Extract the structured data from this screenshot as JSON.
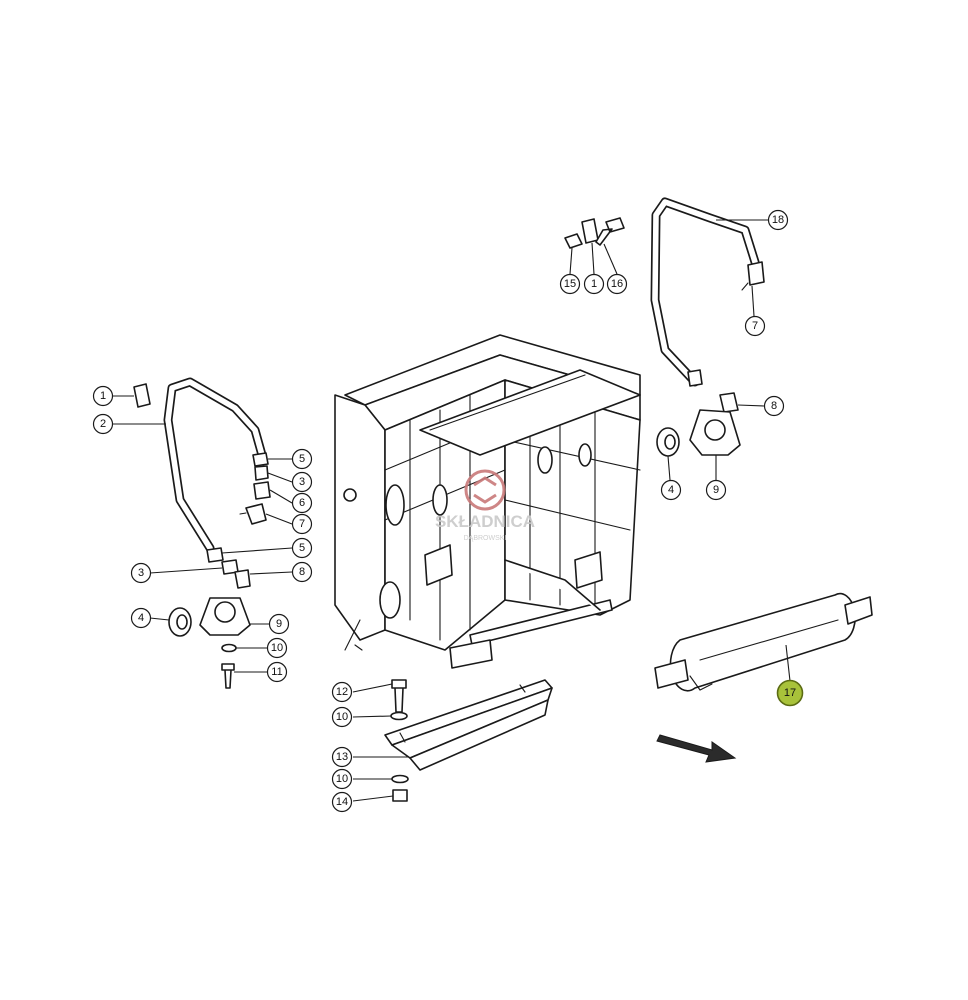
{
  "callouts": [
    {
      "id": "c1a",
      "label": "1"
    },
    {
      "id": "c2",
      "label": "2"
    },
    {
      "id": "c5a",
      "label": "5"
    },
    {
      "id": "c3a",
      "label": "3"
    },
    {
      "id": "c6",
      "label": "6"
    },
    {
      "id": "c7a",
      "label": "7"
    },
    {
      "id": "c5b",
      "label": "5"
    },
    {
      "id": "c3b",
      "label": "3"
    },
    {
      "id": "c8a",
      "label": "8"
    },
    {
      "id": "c4a",
      "label": "4"
    },
    {
      "id": "c9a",
      "label": "9"
    },
    {
      "id": "c10a",
      "label": "10"
    },
    {
      "id": "c11",
      "label": "11"
    },
    {
      "id": "c15",
      "label": "15"
    },
    {
      "id": "c1b",
      "label": "1"
    },
    {
      "id": "c16",
      "label": "16"
    },
    {
      "id": "c18",
      "label": "18"
    },
    {
      "id": "c7b",
      "label": "7"
    },
    {
      "id": "c8b",
      "label": "8"
    },
    {
      "id": "c4b",
      "label": "4"
    },
    {
      "id": "c9b",
      "label": "9"
    },
    {
      "id": "c12",
      "label": "12"
    },
    {
      "id": "c10b",
      "label": "10"
    },
    {
      "id": "c13",
      "label": "13"
    },
    {
      "id": "c10c",
      "label": "10"
    },
    {
      "id": "c14",
      "label": "14"
    },
    {
      "id": "c17",
      "label": "17",
      "highlight": true
    }
  ],
  "watermark": {
    "name": "SKŁADNICA",
    "subtitle": "DĄBROWSKI"
  },
  "colors": {
    "highlight": "#a8c23a",
    "line": "#1a1a1a",
    "watermark": "#c9c9c9",
    "logo": "#c97a7a"
  }
}
